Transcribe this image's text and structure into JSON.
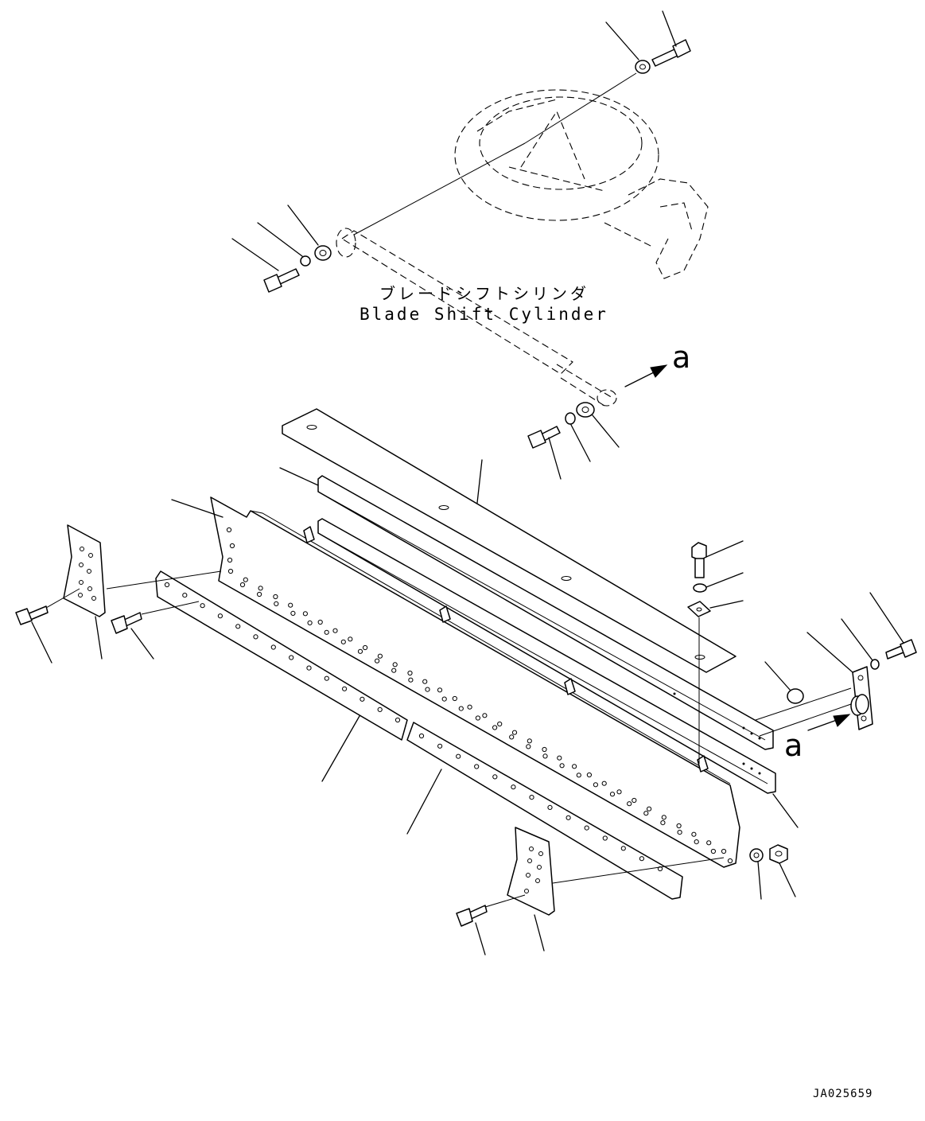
{
  "labels": {
    "part_name_jp": "ブレードシフトシリンダ",
    "part_name_en": "Blade Shift Cylinder",
    "view_marker_top": "a",
    "view_marker_right": "a",
    "drawing_code": "JA025659"
  }
}
